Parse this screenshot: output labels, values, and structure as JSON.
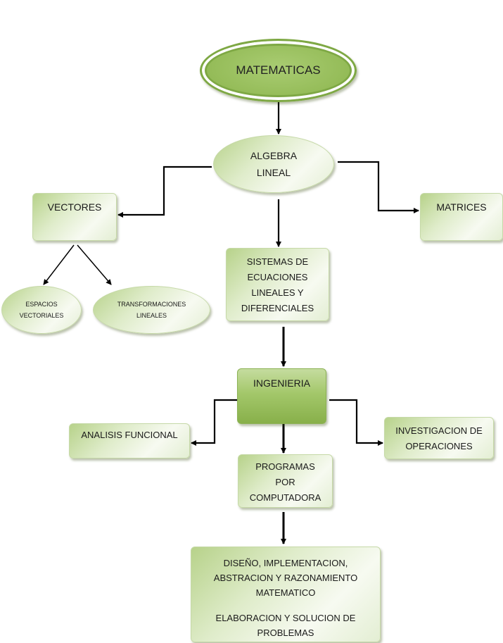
{
  "diagram": {
    "nodes": {
      "matematicas": {
        "label": "MATEMATICAS"
      },
      "algebra_lineal": {
        "lines": [
          "ALGEBRA",
          "LINEAL"
        ]
      },
      "vectores": {
        "label": "VECTORES"
      },
      "matrices": {
        "label": "MATRICES"
      },
      "espacios_vectoriales": {
        "lines": [
          "ESPACIOS",
          "VECTORIALES"
        ]
      },
      "transformaciones_lineales": {
        "lines": [
          "TRANSFORMACIONES",
          "LINEALES"
        ]
      },
      "sistemas": {
        "lines": [
          "SISTEMAS DE",
          "ECUACIONES",
          "LINEALES Y",
          "DIFERENCIALES"
        ]
      },
      "ingenieria": {
        "label": "INGENIERIA"
      },
      "analisis_funcional": {
        "label": "ANALISIS FUNCIONAL"
      },
      "investigacion": {
        "lines": [
          "INVESTIGACION DE",
          "OPERACIONES"
        ]
      },
      "programas": {
        "lines": [
          "PROGRAMAS",
          "POR",
          "COMPUTADORA"
        ]
      },
      "diseno": {
        "lines": [
          "DISEÑO, IMPLEMENTACION,",
          "ABSTRACION Y RAZONAMIENTO",
          "MATEMATICO"
        ],
        "lines2": [
          "ELABORACION Y SOLUCION DE",
          "PROBLEMAS"
        ]
      }
    },
    "edges": [
      {
        "from": "matematicas",
        "to": "algebra_lineal"
      },
      {
        "from": "algebra_lineal",
        "to": "vectores"
      },
      {
        "from": "algebra_lineal",
        "to": "matrices"
      },
      {
        "from": "algebra_lineal",
        "to": "sistemas"
      },
      {
        "from": "vectores",
        "to": "espacios_vectoriales"
      },
      {
        "from": "vectores",
        "to": "transformaciones_lineales"
      },
      {
        "from": "sistemas",
        "to": "ingenieria"
      },
      {
        "from": "ingenieria",
        "to": "analisis_funcional"
      },
      {
        "from": "ingenieria",
        "to": "investigacion"
      },
      {
        "from": "ingenieria",
        "to": "programas"
      },
      {
        "from": "programas",
        "to": "diseno"
      }
    ],
    "colors": {
      "node_light": "#dfecca",
      "node_dark": "#96bd5a",
      "connector": "#000000"
    }
  }
}
